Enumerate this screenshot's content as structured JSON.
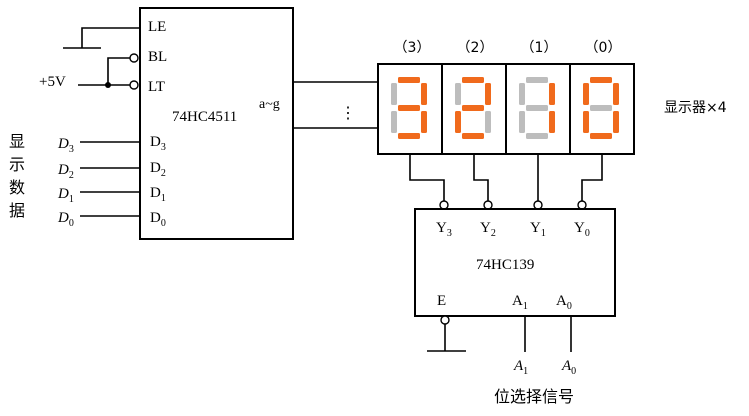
{
  "decoder_chip": {
    "name": "74HC4511",
    "pins": {
      "le": "LE",
      "bl": "BL",
      "lt": "LT",
      "d3": "D3",
      "d2": "D2",
      "d1": "D1",
      "d0": "D0"
    },
    "output_label": "a~g"
  },
  "supply_label": "+5V",
  "data_inputs": [
    "D3",
    "D2",
    "D1",
    "D0"
  ],
  "data_input_group_label": "显示数据",
  "bus_dots": "⋮",
  "displays": {
    "indices": [
      "（3）",
      "（2）",
      "（1）",
      "（0）"
    ],
    "label": "显示器×4",
    "digit_color_on": "#f06a1c",
    "digit_color_off": "#bdbdbd",
    "digits": [
      {
        "index": "3",
        "on": [
          "a",
          "b",
          "g",
          "c",
          "d"
        ],
        "off": [
          "f",
          "e"
        ]
      },
      {
        "index": "2",
        "on": [
          "a",
          "b",
          "g",
          "e",
          "d"
        ],
        "off": [
          "f",
          "c"
        ]
      },
      {
        "index": "1",
        "on": [
          "b",
          "c"
        ],
        "off": [
          "a",
          "f",
          "g",
          "e",
          "d"
        ]
      },
      {
        "index": "0",
        "on": [
          "a",
          "b",
          "c",
          "d",
          "e",
          "f"
        ],
        "off": [
          "g"
        ]
      }
    ]
  },
  "selector_chip": {
    "name": "74HC139",
    "outputs": [
      "Y3",
      "Y2",
      "Y1",
      "Y0"
    ],
    "enable_label": "E",
    "address_pins": [
      "A1",
      "A0"
    ]
  },
  "address_inputs": [
    "A1",
    "A0"
  ],
  "address_caption": "位选择信号"
}
